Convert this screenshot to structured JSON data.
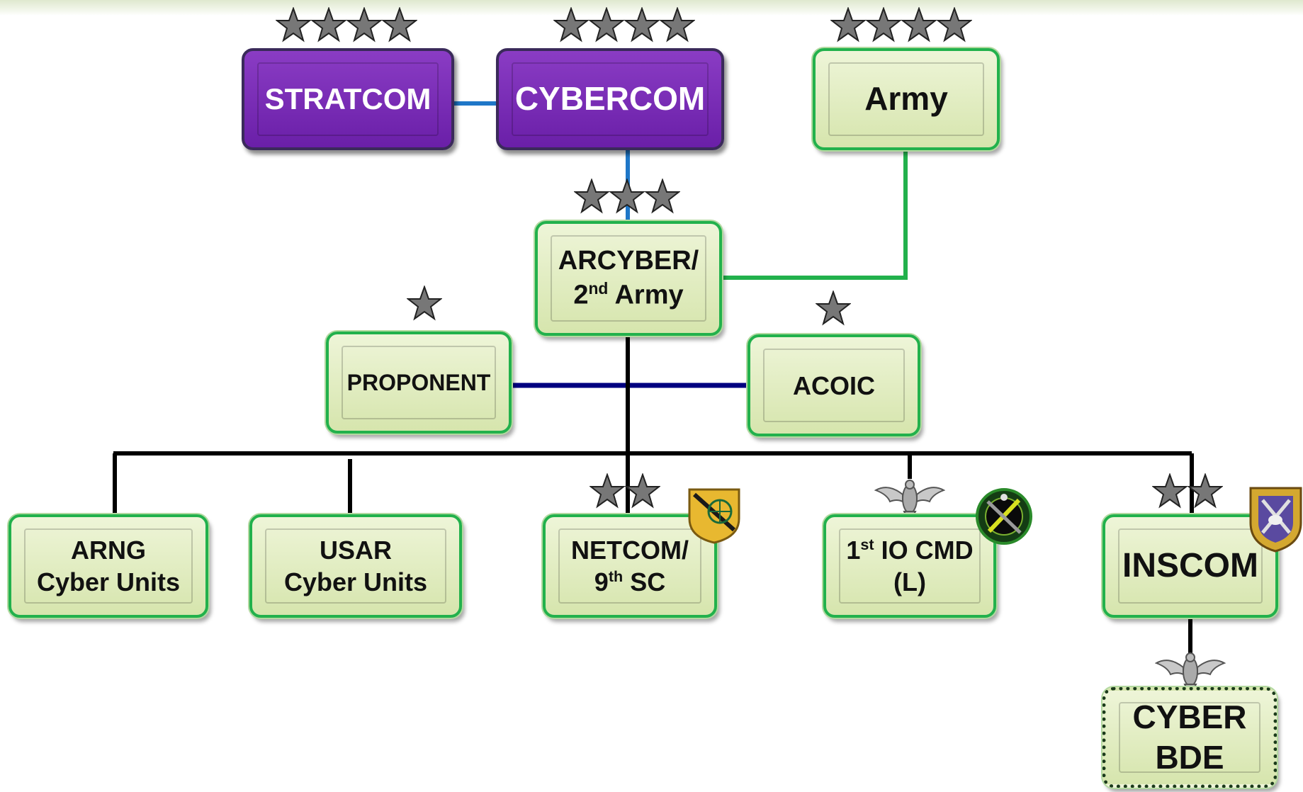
{
  "nodes": {
    "stratcom": {
      "label": "STRATCOM"
    },
    "cybercom": {
      "label": "CYBERCOM"
    },
    "army": {
      "label": "Army"
    },
    "arcyber": {
      "line1": "ARCYBER/",
      "line2_num": "2",
      "line2_sup": "nd",
      "line2_rest": " Army"
    },
    "proponent": {
      "label": "PROPONENT"
    },
    "acoic": {
      "label": "ACOIC"
    },
    "arng": {
      "line1": "ARNG",
      "line2": "Cyber Units"
    },
    "usar": {
      "line1": "USAR",
      "line2": "Cyber Units"
    },
    "netcom": {
      "line1": "NETCOM/",
      "line2_num": "9",
      "line2_sup": "th",
      "line2_rest": " SC"
    },
    "io_cmd": {
      "line1_num": "1",
      "line1_sup": "st",
      "line1_rest": " IO CMD",
      "line2": "(L)"
    },
    "inscom": {
      "label": "INSCOM"
    },
    "cyber_bde": {
      "line1": "CYBER",
      "line2": "BDE"
    }
  },
  "ranks": {
    "stratcom": 4,
    "cybercom": 4,
    "army": 4,
    "arcyber": 3,
    "proponent": 1,
    "acoic": 1,
    "netcom": 2,
    "inscom": 2,
    "io_cmd": "colonel-eagle",
    "cyber_bde": "colonel-eagle"
  },
  "colors": {
    "green_border": "#22b14c",
    "green_fill": "#d6e5ad",
    "purple_fill": "#6a1fa8",
    "blue_link": "#1f77c8",
    "navy_link": "#000080",
    "green_link": "#22b14c",
    "black_link": "#000000"
  },
  "icons": [
    "star-icon",
    "eagle-insignia-icon",
    "signal-corps-shield-icon",
    "io-command-emblem-icon",
    "inscom-shield-icon"
  ]
}
